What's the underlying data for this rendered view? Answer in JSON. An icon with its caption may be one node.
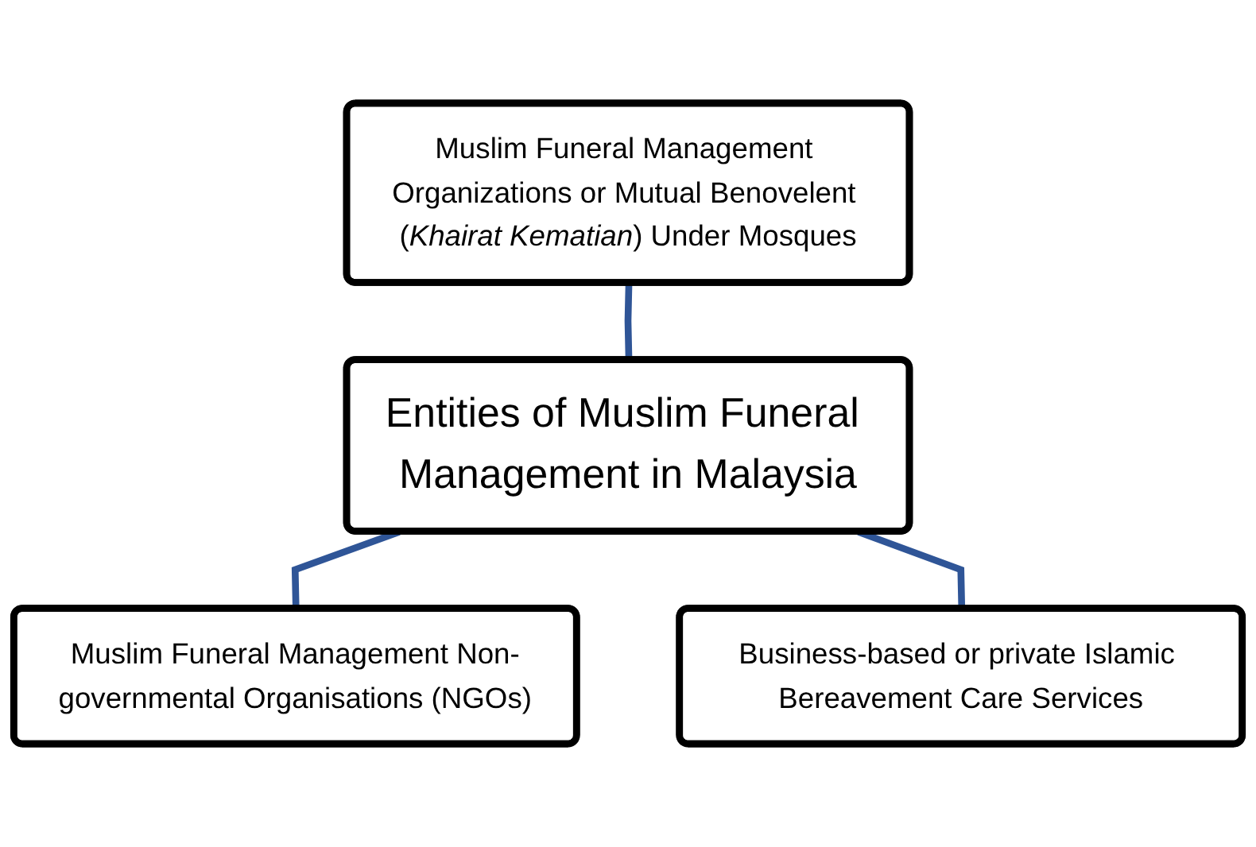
{
  "diagram": {
    "nodes": [
      {
        "text": [
          "Muslim Funeral Management Organizations or Mutual Benovelent (*Khairat Kematian*) Under Mosques"
        ]
      },
      {
        "text": [
          "Entities of Muslim Funeral Management in Malaysia"
        ]
      },
      {
        "text": [
          "Muslim Funeral Management Non-governmental Organisations (NGOs)"
        ]
      },
      {
        "text": [
          "Business-based or private Islamic Bereavement Care Services"
        ]
      }
    ],
    "edges": [
      {
        "from": 0,
        "to": 1,
        "arrow": "none"
      },
      {
        "from": 1,
        "to": 2,
        "arrow": "none"
      },
      {
        "from": 1,
        "to": 3,
        "arrow": "none"
      }
    ]
  }
}
